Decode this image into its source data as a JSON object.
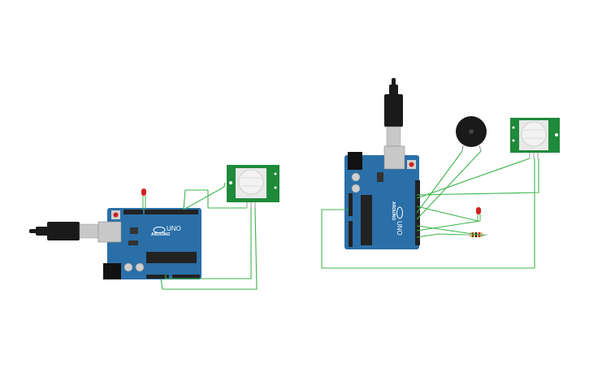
{
  "circuit_1": {
    "board_label": "UNO",
    "board_brand": "ARDUINO",
    "wire_color": "#3cb44b",
    "board_color": "#2a6fa8"
  },
  "circuit_2": {
    "board_label": "UNO",
    "board_brand": "ARDUINO",
    "wire_color": "#3cb44b"
  },
  "colors": {
    "board": "#2a6fa8",
    "board_dark": "#1f5687",
    "header": "#222222",
    "sensor_pcb": "#1e8a3a",
    "dome": "#f2f2f2",
    "led": "#d42020",
    "wire": "#3cb44b",
    "usb_cable": "#1a1a1a",
    "usb_plug": "#c8c8c8"
  }
}
